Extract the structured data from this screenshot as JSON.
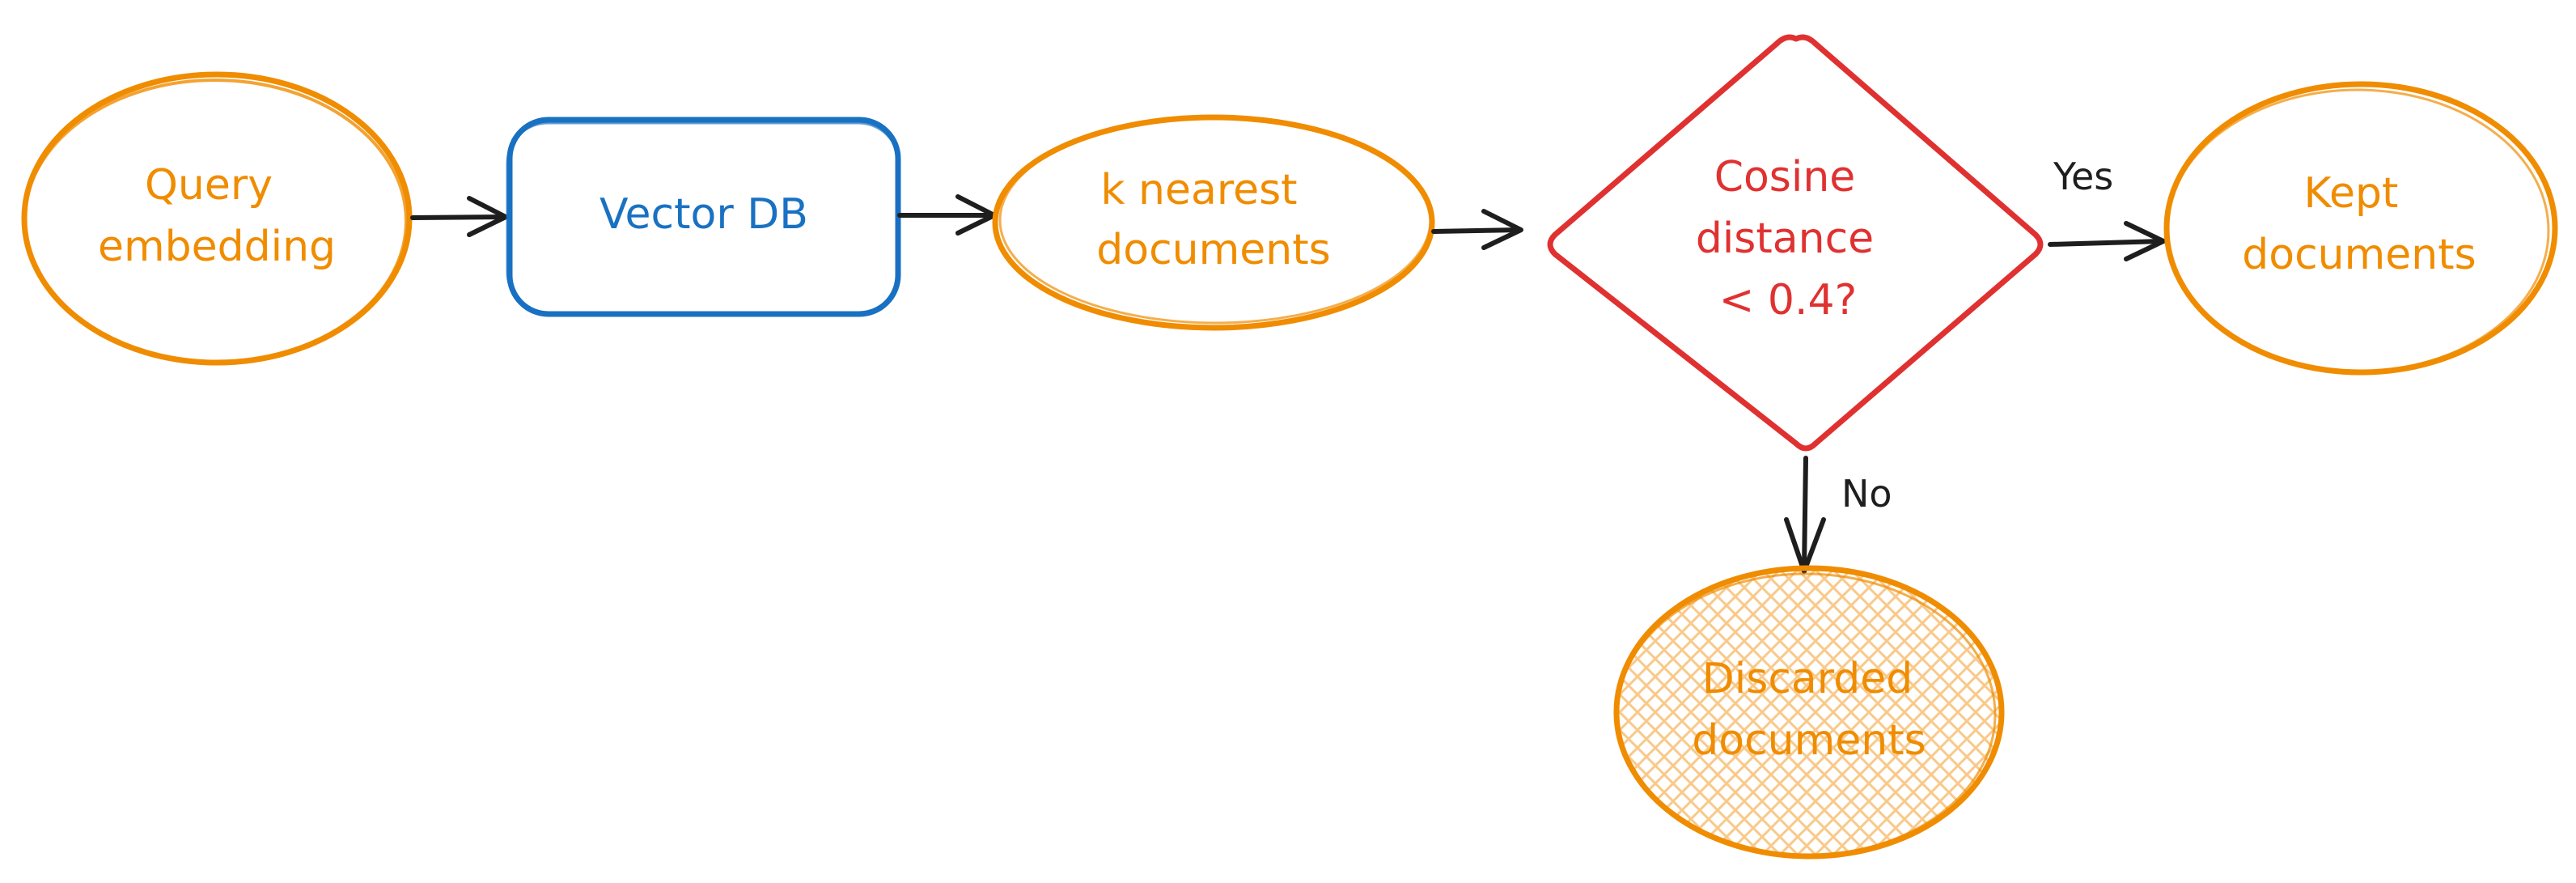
{
  "colors": {
    "orange": "#f08c00",
    "blue": "#1971c2",
    "red": "#e03131",
    "arrow": "#1e1e1e",
    "hatch": "#f9c98a"
  },
  "nodes": {
    "query": {
      "line1": "Query",
      "line2": "embedding"
    },
    "vectordb": {
      "line1": "Vector DB"
    },
    "knn": {
      "line1": "k nearest",
      "line2": "documents"
    },
    "decision": {
      "line1": "Cosine",
      "line2": "distance",
      "line3": "< 0.4?"
    },
    "kept": {
      "line1": "Kept",
      "line2": "documents"
    },
    "discarded": {
      "line1": "Discarded",
      "line2": "documents"
    }
  },
  "edges": {
    "yes_label": "Yes",
    "no_label": "No"
  }
}
